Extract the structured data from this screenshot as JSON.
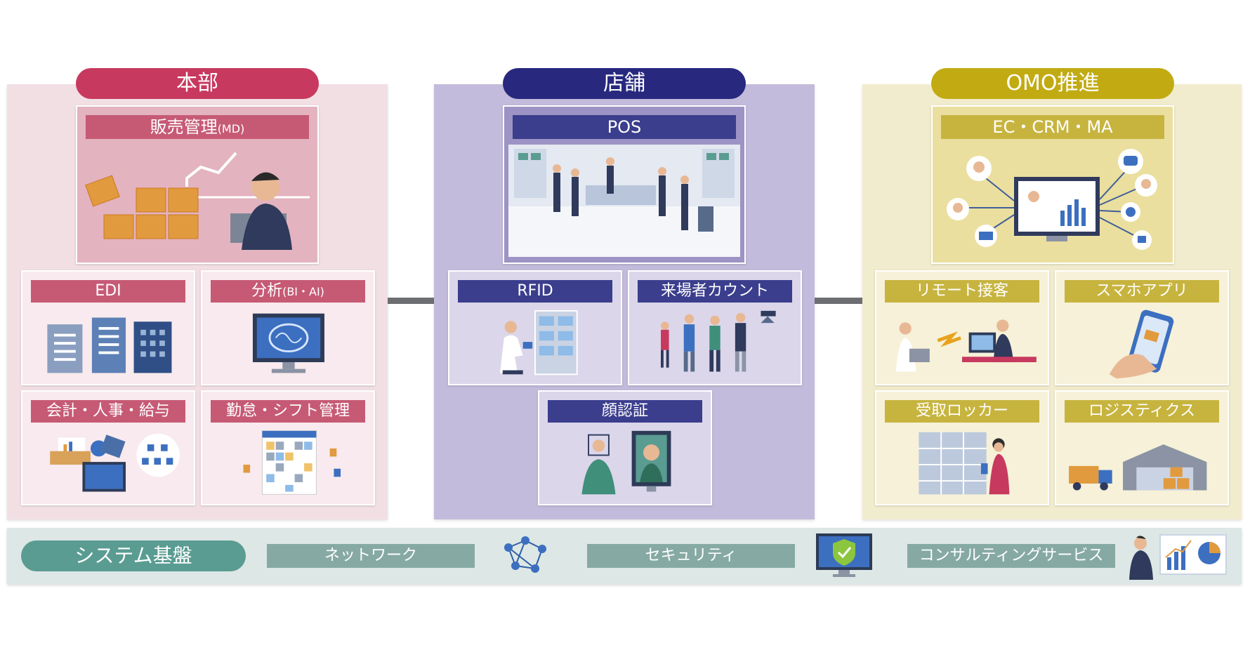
{
  "sections": {
    "hq": {
      "title": "本部",
      "main": {
        "label": "販売管理",
        "label_sub": "(MD)"
      },
      "cards": [
        {
          "label": "EDI",
          "sub": ""
        },
        {
          "label": "分析",
          "sub": "(BI・AI)"
        },
        {
          "label": "会計・人事・給与",
          "sub": ""
        },
        {
          "label": "勤怠・シフト管理",
          "sub": ""
        }
      ]
    },
    "store": {
      "title": "店舗",
      "main": {
        "label": "POS"
      },
      "cards": [
        {
          "label": "RFID"
        },
        {
          "label": "来場者カウント"
        },
        {
          "label": "顔認証"
        }
      ]
    },
    "omo": {
      "title": "OMO推進",
      "main": {
        "label": "EC・CRM・MA"
      },
      "cards": [
        {
          "label": "リモート接客"
        },
        {
          "label": "スマホアプリ"
        },
        {
          "label": "受取ロッカー"
        },
        {
          "label": "ロジスティクス"
        }
      ]
    }
  },
  "system_base": {
    "title": "システム基盤",
    "items": [
      "ネットワーク",
      "セキュリティ",
      "コンサルティングサービス"
    ]
  },
  "colors": {
    "hq_accent": "#c8395f",
    "store_accent": "#27287e",
    "omo_accent": "#c2ab12",
    "base_accent": "#5a9c92"
  }
}
